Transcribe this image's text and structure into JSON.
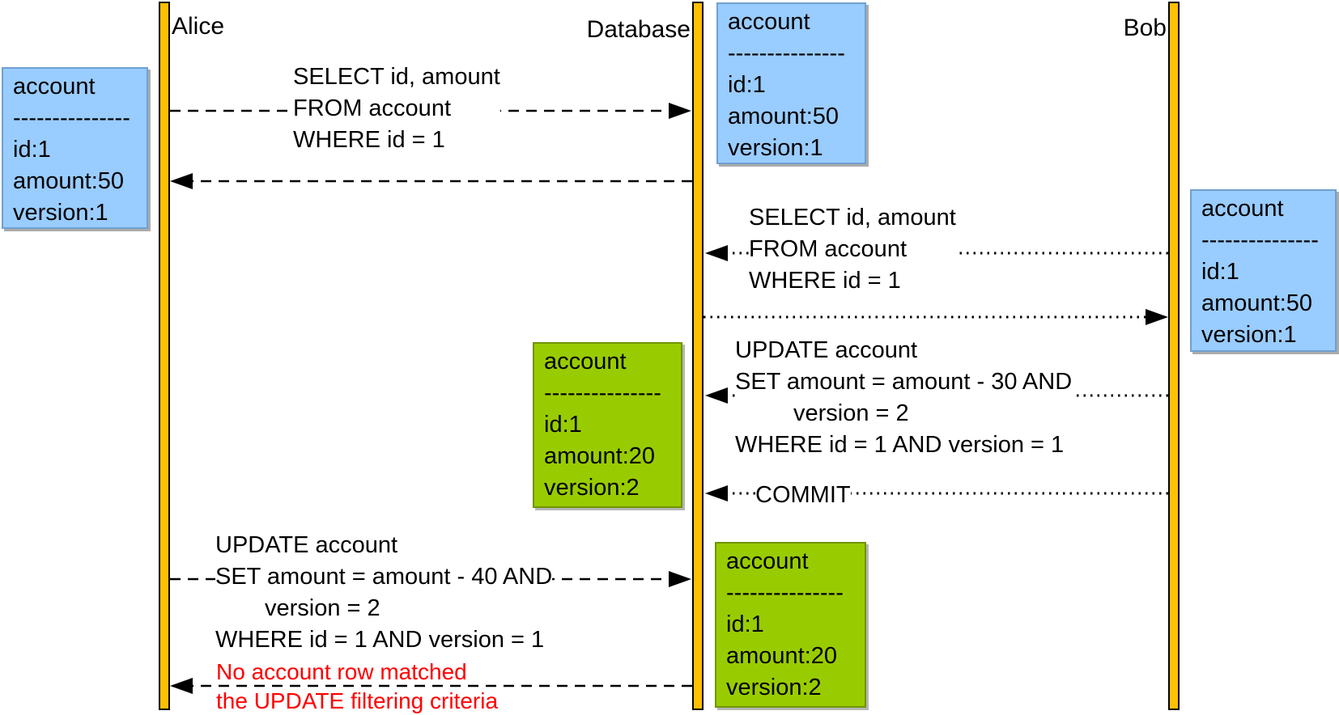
{
  "colors": {
    "lifeline_fill": "#FFC000",
    "state_blue": "#99CCFF",
    "state_green": "#99CC00",
    "error_text": "#FF0000"
  },
  "lifelines": [
    {
      "label": "Alice"
    },
    {
      "label": "Database"
    },
    {
      "label": "Bob"
    }
  ],
  "state_boxes": [
    {
      "owner": "alice",
      "variant": "blue",
      "title": "account",
      "separator": "---------------",
      "fields": [
        "id:1",
        "amount:50",
        "version:1"
      ]
    },
    {
      "owner": "database-initial",
      "variant": "blue",
      "title": "account",
      "separator": "---------------",
      "fields": [
        "id:1",
        "amount:50",
        "version:1"
      ]
    },
    {
      "owner": "bob",
      "variant": "blue",
      "title": "account",
      "separator": "---------------",
      "fields": [
        "id:1",
        "amount:50",
        "version:1"
      ]
    },
    {
      "owner": "database-after-update",
      "variant": "green",
      "title": "account",
      "separator": "---------------",
      "fields": [
        "id:1",
        "amount:20",
        "version:2"
      ]
    },
    {
      "owner": "database-final",
      "variant": "green",
      "title": "account",
      "separator": "---------------",
      "fields": [
        "id:1",
        "amount:20",
        "version:2"
      ]
    }
  ],
  "messages": {
    "alice_select": {
      "lines": [
        "SELECT id, amount",
        "FROM account",
        "WHERE id = 1"
      ]
    },
    "bob_select": {
      "lines": [
        "SELECT id, amount",
        "FROM account",
        "WHERE id = 1"
      ]
    },
    "bob_update": {
      "lines": [
        "UPDATE account",
        "SET amount = amount - 30 AND",
        "version = 2",
        "WHERE id = 1 AND version = 1"
      ]
    },
    "bob_commit": {
      "label": "COMMIT"
    },
    "alice_update": {
      "lines": [
        "UPDATE account",
        "SET amount = amount - 40 AND",
        "version = 2",
        "WHERE id = 1 AND version = 1"
      ]
    },
    "alice_update_result": {
      "lines": [
        "No account row matched",
        "the UPDATE filtering criteria"
      ]
    }
  }
}
